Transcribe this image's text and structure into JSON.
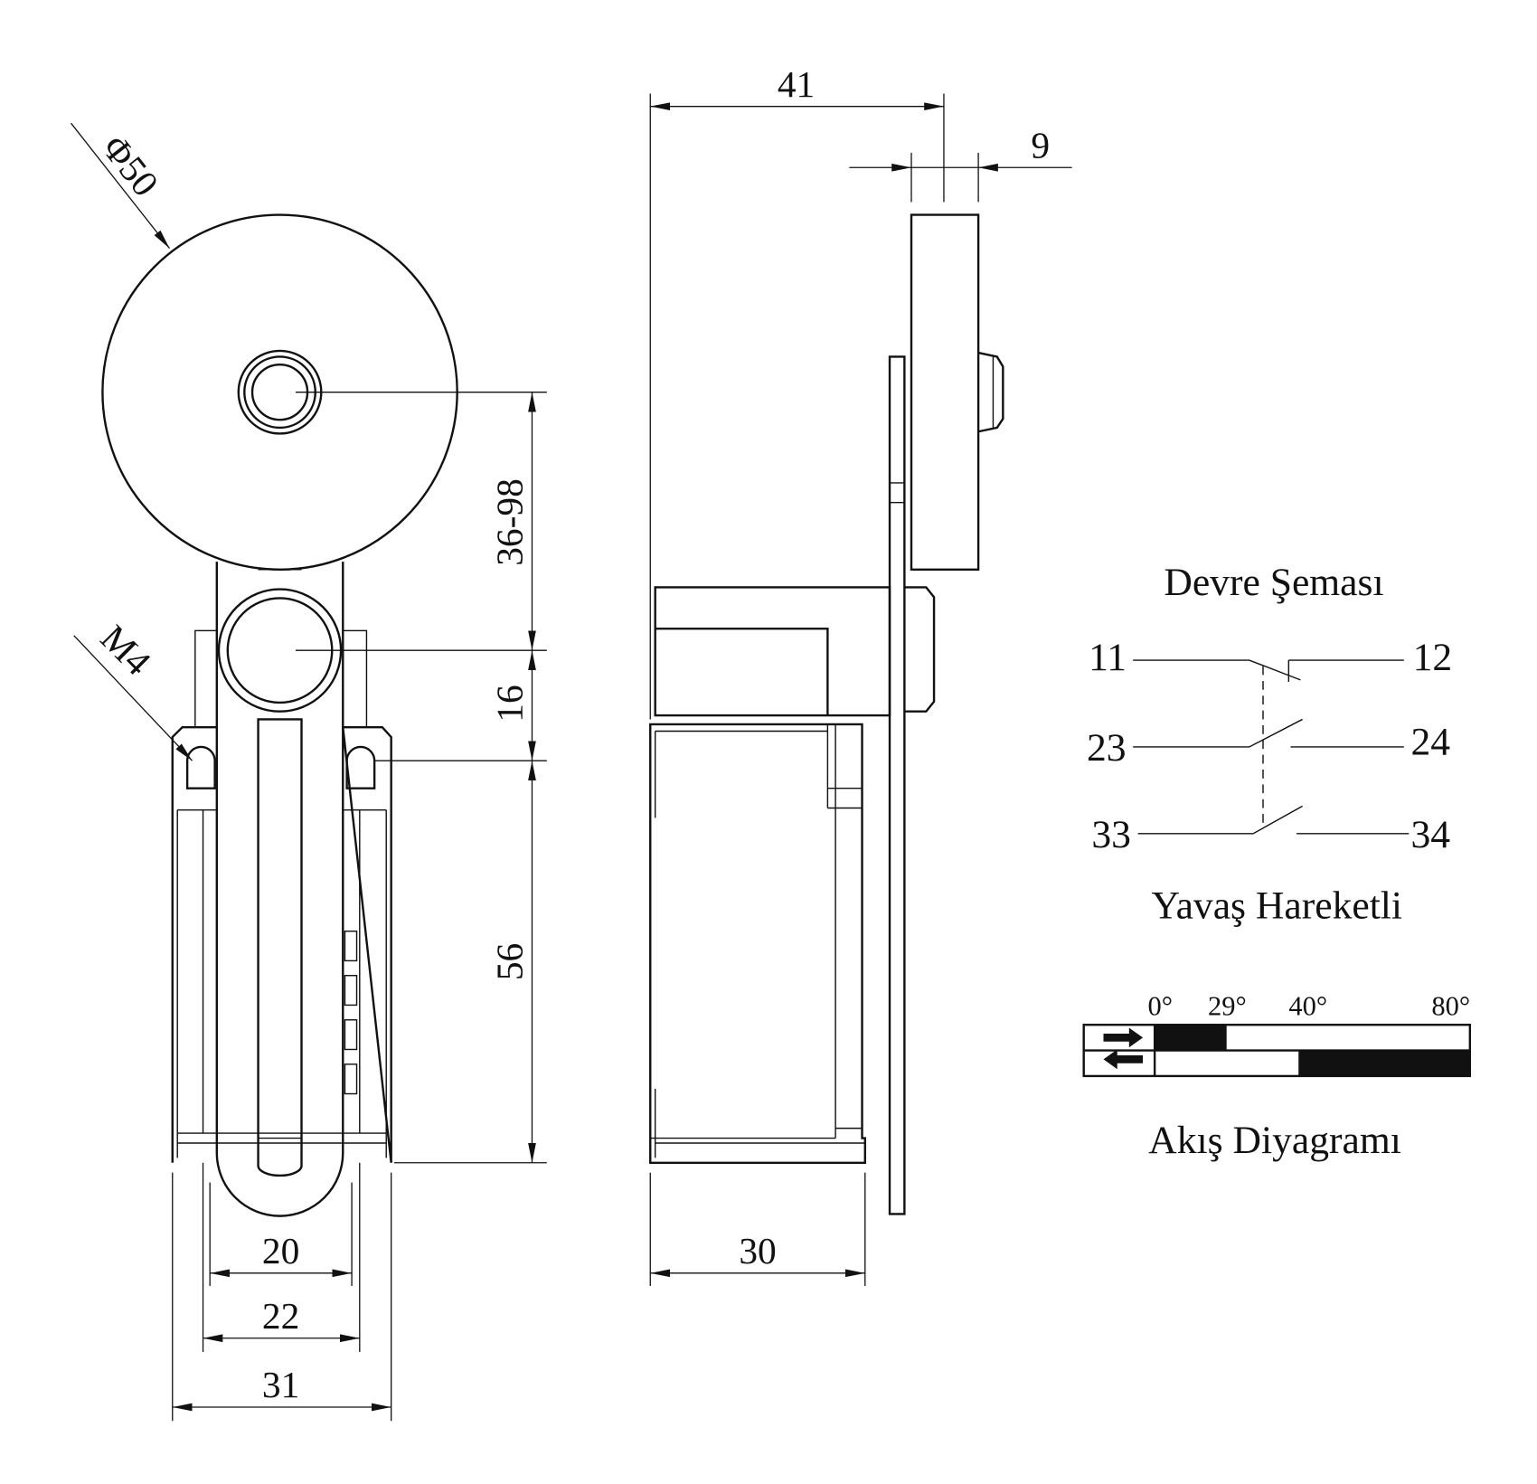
{
  "front_view": {
    "roller_diameter": "Φ50",
    "thread": "M4",
    "dim_height_range": "36-98",
    "dim_16": "16",
    "dim_56": "56",
    "dim_20": "20",
    "dim_22": "22",
    "dim_31": "31"
  },
  "side_view": {
    "dim_41": "41",
    "dim_9": "9",
    "dim_30": "30"
  },
  "circuit": {
    "title": "Devre Şeması",
    "terminals": [
      "11",
      "12",
      "23",
      "24",
      "33",
      "34"
    ],
    "subtitle": "Yavaş Hareketli"
  },
  "flow_diagram": {
    "title": "Akış Diyagramı",
    "angles": [
      "0°",
      "29°",
      "40°",
      "80°"
    ],
    "forward_closed_range_deg": [
      0,
      29
    ],
    "return_closed_range_deg": [
      40,
      80
    ]
  }
}
